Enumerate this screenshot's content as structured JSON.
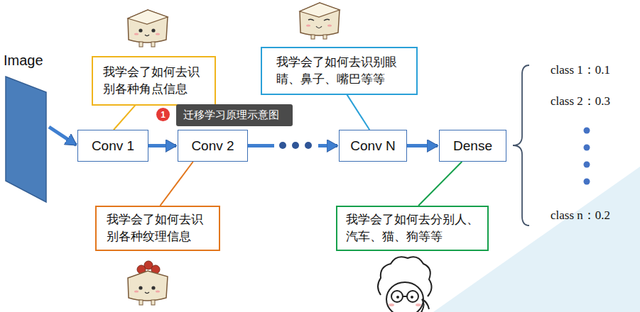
{
  "diagram": {
    "nodes": [
      {
        "text": [
          "Image"
        ]
      },
      {
        "text": [
          "我学会了如何去识别各种角点信息"
        ]
      },
      {
        "text": [
          "1"
        ]
      },
      {
        "text": [
          "迁移学习原理示意图"
        ]
      },
      {
        "text": [
          "Conv 1"
        ]
      },
      {
        "text": [
          "Conv 2"
        ]
      },
      {
        "text": [
          "我学会了如何去识别各种纹理信息"
        ]
      },
      {
        "text": [
          "我学会了如何去识别眼睛、鼻子、嘴巴等等"
        ]
      },
      {
        "text": [
          "Conv N"
        ]
      },
      {
        "text": [
          "Dense"
        ]
      },
      {
        "text": [
          "我学会了如何去分别人、汽车、猫、狗等等"
        ]
      }
    ],
    "edges": [
      {
        "from": 0,
        "to": 4,
        "arrow": "to"
      },
      {
        "from": 4,
        "to": 5,
        "arrow": "to"
      },
      {
        "from": 5,
        "to": 8,
        "arrow": "to"
      },
      {
        "from": 8,
        "to": 9,
        "arrow": "to"
      },
      {
        "from": 1,
        "to": 4,
        "arrow": "none"
      },
      {
        "from": 5,
        "to": 6,
        "arrow": "none"
      },
      {
        "from": 7,
        "to": 8,
        "arrow": "none"
      },
      {
        "from": 9,
        "to": 10,
        "arrow": "none"
      }
    ],
    "labels": [
      "class 1：0.1",
      "class 2：0.3",
      "class n：0.2"
    ]
  }
}
